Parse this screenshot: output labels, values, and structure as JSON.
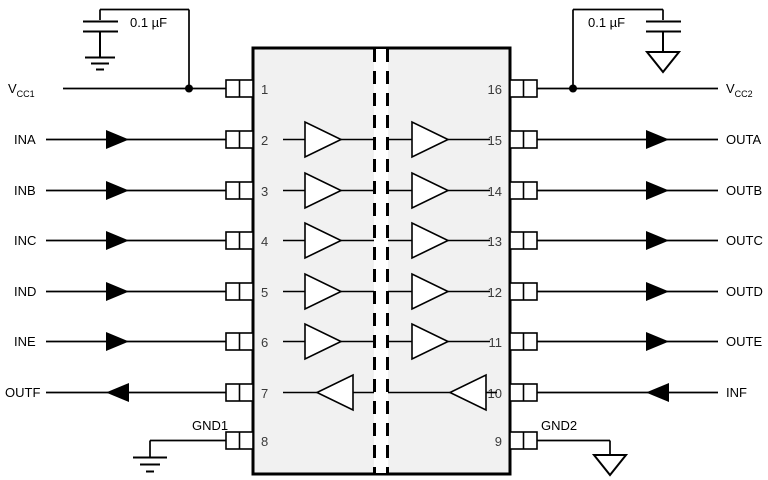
{
  "diagram": {
    "title": "16-pin digital isolator functional block diagram",
    "colors": {
      "body_fill": "#f1f1f1",
      "body_stroke": "#000000",
      "wire": "#000000",
      "pin_number": "#3a3a3a",
      "pad_fill": "#ffffff"
    }
  },
  "supply": {
    "left": {
      "rail_label_main": "V",
      "rail_label_sub": "CC1",
      "cap_value": "0.1 µF",
      "ground_type": "earth-ground"
    },
    "right": {
      "rail_label_main": "V",
      "rail_label_sub": "CC2",
      "cap_value": "0.1 µF",
      "ground_type": "chassis-triangle-ground"
    }
  },
  "grounds": {
    "left": {
      "label": "GND1",
      "pin": "8",
      "symbol": "earth-ground"
    },
    "right": {
      "label": "GND2",
      "pin": "9",
      "symbol": "triangle-ground"
    }
  },
  "channels": [
    {
      "left_label": "INA",
      "left_pin": "2",
      "right_label": "OUTA",
      "right_pin": "15",
      "direction": "left-to-right"
    },
    {
      "left_label": "INB",
      "left_pin": "3",
      "right_label": "OUTB",
      "right_pin": "14",
      "direction": "left-to-right"
    },
    {
      "left_label": "INC",
      "left_pin": "4",
      "right_label": "OUTC",
      "right_pin": "13",
      "direction": "left-to-right"
    },
    {
      "left_label": "IND",
      "left_pin": "5",
      "right_label": "OUTD",
      "right_pin": "12",
      "direction": "left-to-right"
    },
    {
      "left_label": "INE",
      "left_pin": "6",
      "right_label": "OUTE",
      "right_pin": "11",
      "direction": "left-to-right"
    },
    {
      "left_label": "OUTF",
      "left_pin": "7",
      "right_label": "INF",
      "right_pin": "10",
      "direction": "right-to-left"
    }
  ],
  "power_pins": {
    "left": {
      "pin": "1"
    },
    "right": {
      "pin": "16"
    }
  },
  "pin_numbers_left": [
    "1",
    "2",
    "3",
    "4",
    "5",
    "6",
    "7",
    "8"
  ],
  "pin_numbers_right": [
    "16",
    "15",
    "14",
    "13",
    "12",
    "11",
    "10",
    "9"
  ]
}
